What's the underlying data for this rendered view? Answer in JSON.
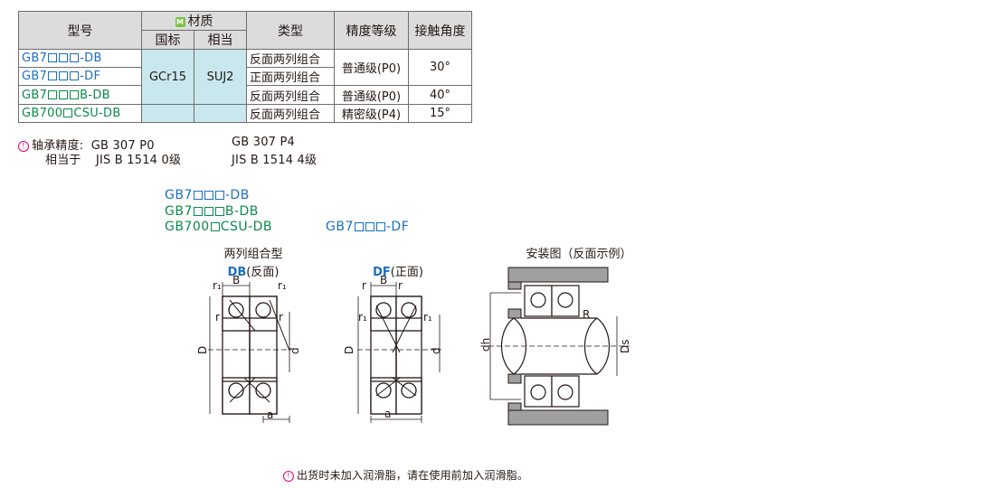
{
  "table": {
    "headers": {
      "model": "型号",
      "material": "材质",
      "material_badge": "M",
      "material_sub1": "国标",
      "material_sub2": "相当",
      "type": "类型",
      "precision": "精度等级",
      "angle": "接触角度"
    },
    "rows": [
      {
        "model_prefix": "GB7",
        "model_suffix": "-DB",
        "boxes": 3,
        "type": "反面两列组合"
      },
      {
        "model_prefix": "GB7",
        "model_suffix": "-DF",
        "boxes": 3,
        "type": "正面两列组合"
      },
      {
        "model_prefix": "GB7",
        "model_suffix": "B-DB",
        "boxes": 3,
        "type": "反面两列组合"
      },
      {
        "model_prefix": "GB700",
        "model_suffix": "CSU-DB",
        "boxes": 1,
        "type": "反面两列组合"
      }
    ],
    "material_gb": "GCr15",
    "material_equiv": "SUJ2",
    "precision_1": "普通级(P0)",
    "precision_2": "普通级(P0)",
    "precision_3": "精密级(P4)",
    "angle_1": "30°",
    "angle_2": "40°",
    "angle_3": "15°"
  },
  "notes": {
    "icon": "!",
    "precision_label": "轴承精度:",
    "precision_v1": "GB 307  P0",
    "precision_v2": "GB 307  P4",
    "equiv_label": "相当于",
    "equiv_v1": "JIS B 1514  0级",
    "equiv_v2": "JIS B 1514  4级"
  },
  "diagram": {
    "model_a_prefix": "GB7",
    "model_a_suffix": "-DB",
    "model_b_prefix": "GB7",
    "model_b_suffix": "B-DB",
    "model_c_prefix": "GB700",
    "model_c_suffix": "CSU-DB",
    "model_d_prefix": "GB7",
    "model_d_suffix": "-DF",
    "group_title": "两列组合型",
    "db_code": "DB",
    "db_text": "(反面)",
    "df_code": "DF",
    "df_text": "(正面)",
    "install_title": "安装图（反面示例）",
    "labels": {
      "r1": "r₁",
      "r": "r",
      "B": "B",
      "D": "D",
      "d": "d",
      "a": "a",
      "dh": "dh",
      "Ds": "Ds",
      "R": "R"
    }
  },
  "footer": {
    "icon": "!",
    "text": "出货时未加入润滑脂，请在使用前加入润滑脂。"
  },
  "colors": {
    "material_bg": "#c8e8ee",
    "header_bg": "#dcdcdd",
    "model_teal": "#0a8a9a",
    "model_blue": "#1a6fc1",
    "model_green": "#0c8a4a",
    "accent_magenta": "#e4007f",
    "housing_gray": "#a0a0a0"
  }
}
